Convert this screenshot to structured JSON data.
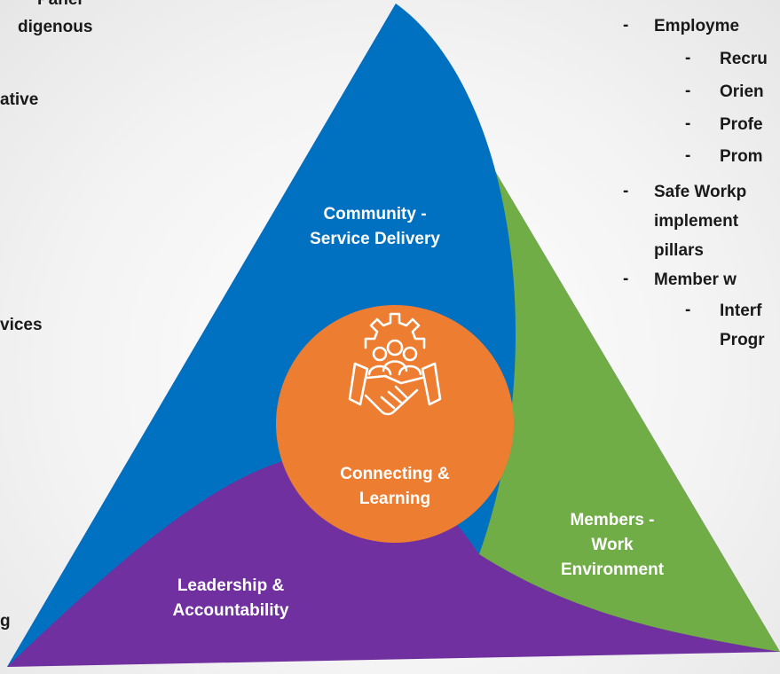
{
  "left_text": {
    "line_1": "Panel",
    "line_2": "digenous",
    "line_3": "ative",
    "line_4": "vices",
    "line_5": "g"
  },
  "right_list": {
    "items": [
      {
        "text": "Employme",
        "level": 1
      },
      {
        "text": "Recru",
        "level": 2
      },
      {
        "text": "Orien",
        "level": 2
      },
      {
        "text": "Profe",
        "level": 2
      },
      {
        "text": "Prom",
        "level": 2
      },
      {
        "text": "Safe Workp",
        "level": 1
      },
      {
        "text": "implement",
        "level": 0
      },
      {
        "text": "pillars",
        "level": 0
      },
      {
        "text": "Member w",
        "level": 1
      },
      {
        "text": "Interf",
        "level": 2
      },
      {
        "text": "Progr",
        "level": 0
      }
    ],
    "dash": "-"
  },
  "diagram": {
    "community": {
      "line1": "Community -",
      "line2": "Service Delivery"
    },
    "members": {
      "line1": "Members -",
      "line2": "Work",
      "line3": "Environment"
    },
    "leadership": {
      "line1": "Leadership &",
      "line2": "Accountability"
    },
    "center": {
      "line1": "Connecting &",
      "line2": "Learning"
    },
    "center_icon": "team-collaboration-handshake-icon",
    "colors": {
      "community": "#0070c0",
      "members": "#70ad47",
      "leadership": "#7030a0",
      "center": "#ed7d31"
    }
  }
}
